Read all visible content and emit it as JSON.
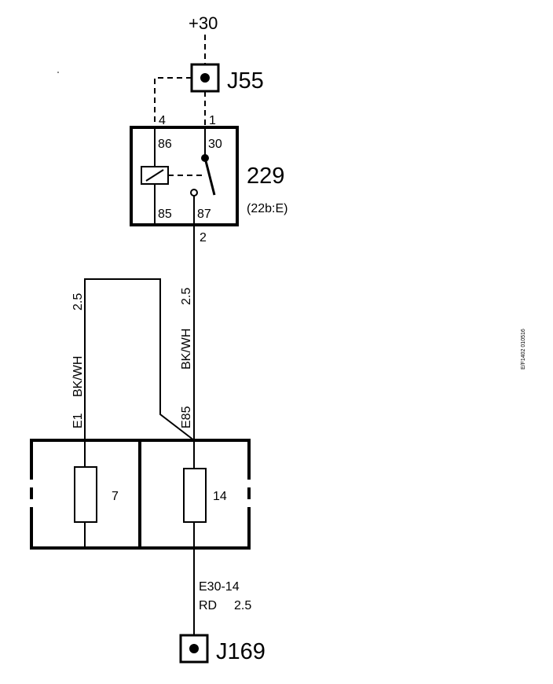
{
  "supply_label": "+30",
  "connectors": {
    "top": "J55",
    "bottom": "J169"
  },
  "relay": {
    "number": "229",
    "ref": "(22b:E)",
    "pins": {
      "p86": "86",
      "p30": "30",
      "p85": "85",
      "p87": "87"
    },
    "terminals": {
      "t4": "4",
      "t1": "1",
      "t2": "2"
    }
  },
  "wires": {
    "left": {
      "id": "E1",
      "color": "BK/WH",
      "size": "2.5"
    },
    "right": {
      "id": "E85",
      "color": "BK/WH",
      "size": "2.5"
    },
    "bottom": {
      "id": "E30-14",
      "color": "RD",
      "size": "2.5"
    }
  },
  "fuses": {
    "left": "7",
    "right": "14"
  },
  "drawing_ref": "E/F1402 010516"
}
